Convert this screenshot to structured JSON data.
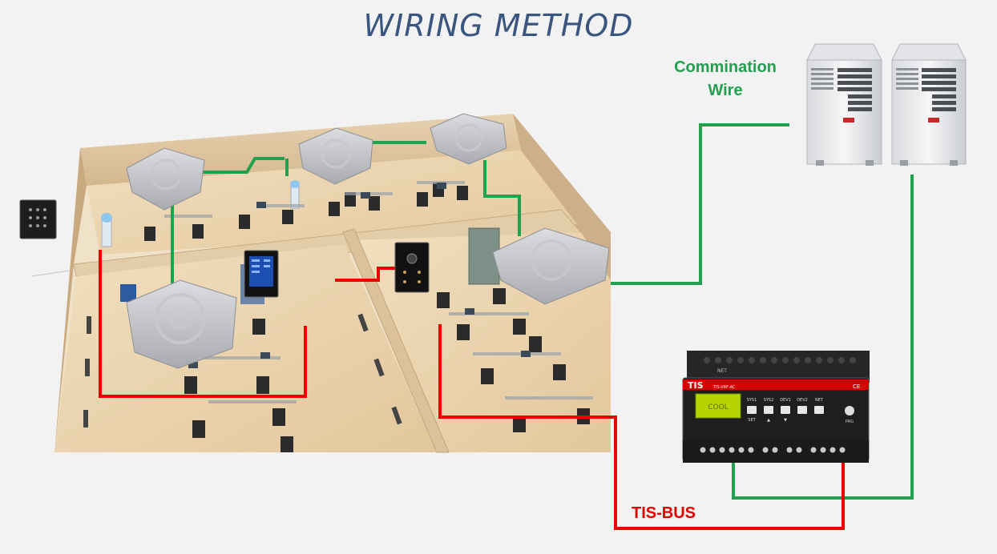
{
  "title": "WIRING METHOD",
  "labels": {
    "communication_line1": "Commination",
    "communication_line2": "Wire",
    "bus": "TIS-BUS"
  },
  "controller": {
    "brand": "TIS",
    "model": "TIS-VRF-AC",
    "display": "COOL",
    "net_label": "NET",
    "buttons": [
      "SYS1",
      "SYS2",
      "DEV1",
      "DEV2",
      "NET"
    ],
    "sub_labels": [
      "SET",
      "▲",
      "▼"
    ],
    "prg_label": "PRG",
    "ce_mark": "CE"
  },
  "colors": {
    "green_wire": "#22a050",
    "red_wire": "#ee0000",
    "title": "#3a5580",
    "background": "#f2f2f2"
  },
  "icons": [
    "air-conditioner-outdoor-unit",
    "ceiling-cassette-unit",
    "touch-panel",
    "thermostat-panel"
  ]
}
